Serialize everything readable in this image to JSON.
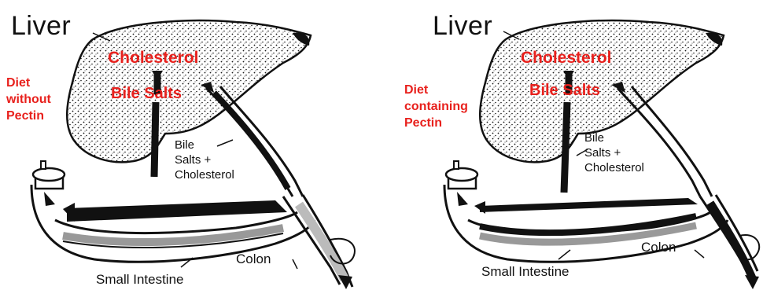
{
  "panels": [
    {
      "liver_label": "Liver",
      "cholesterol_label": "Cholesterol",
      "bile_salts_label": "Bile Salts",
      "diet_lines": [
        "Diet",
        "without",
        "Pectin"
      ],
      "bile_salts_cholesterol_lines": [
        "Bile",
        "Salts +",
        "Cholesterol"
      ],
      "colon_label": "Colon",
      "small_intestine_label": "Small Intestine"
    },
    {
      "liver_label": "Liver",
      "cholesterol_label": "Cholesterol",
      "bile_salts_label": "Bile Salts",
      "diet_lines": [
        "Diet",
        "containing",
        "Pectin"
      ],
      "bile_salts_cholesterol_lines": [
        "Bile",
        "Salts +",
        "Cholesterol"
      ],
      "colon_label": "Colon",
      "small_intestine_label": "Small Intestine"
    }
  ],
  "colors": {
    "label_red": "#e8211d",
    "ink": "#111111",
    "stippled_liver": "#ffffff",
    "intestine_band": "#c8c8c8"
  }
}
